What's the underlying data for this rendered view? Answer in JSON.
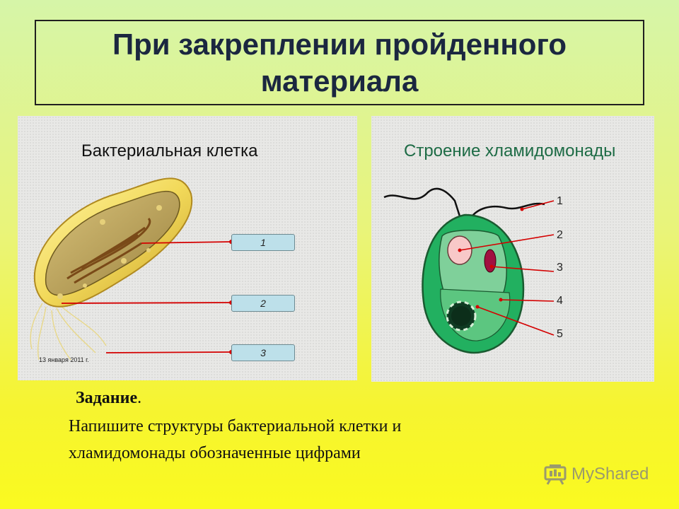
{
  "slide": {
    "title_line1": "При закреплении пройденного",
    "title_line2": "материала"
  },
  "bacteria_panel": {
    "title": "Бактериальная клетка",
    "labels": [
      "1",
      "2",
      "3"
    ],
    "date_stamp": "13 января 2011 г."
  },
  "chlamydomonas_panel": {
    "title": "Строение хламидомонады",
    "numbers": [
      "1",
      "2",
      "3",
      "4",
      "5"
    ]
  },
  "task": {
    "heading": "Задание",
    "heading_suffix": ".",
    "line1": "Напишите структуры бактериальной клетки  и",
    "line2": "хламидомонады обозначенные цифрами"
  },
  "watermark": {
    "text": "MyShared"
  },
  "colors": {
    "title_text": "#1b2740",
    "pointer_line": "#d40000",
    "label_box": "#bde0ea",
    "cell_green": "#22b060",
    "right_title": "#1d6b45"
  }
}
